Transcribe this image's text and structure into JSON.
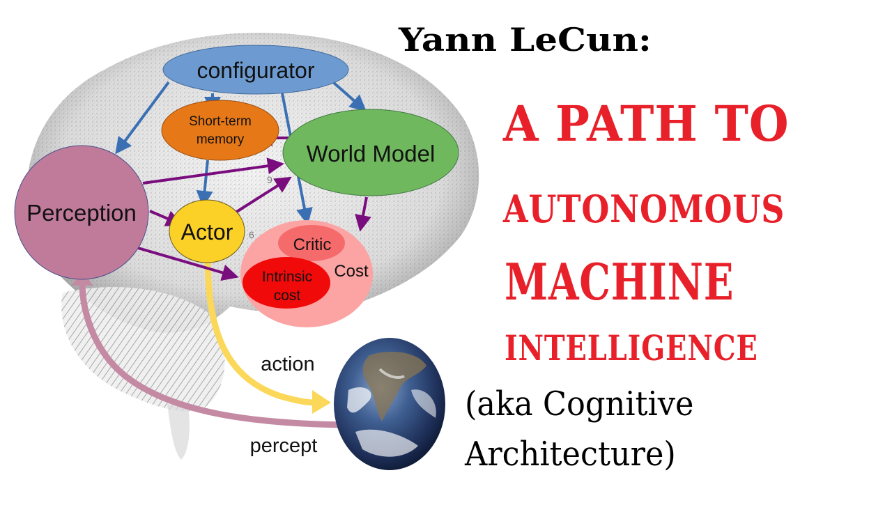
{
  "title": {
    "author": "Yann LeCun:",
    "headline": [
      "A PATH TO",
      "AUTONOMOUS",
      "MACHINE",
      "INTELLIGENCE"
    ],
    "subtitle": [
      "(aka Cognitive",
      "Architecture)"
    ]
  },
  "diagram": {
    "nodes": {
      "configurator": {
        "label": "configurator",
        "color": "#6d9bd1"
      },
      "short_term_memory": {
        "label_lines": [
          "Short-term",
          "memory"
        ],
        "color": "#e67817"
      },
      "world_model": {
        "label": "World Model",
        "color": "#70b85e"
      },
      "perception": {
        "label": "Perception",
        "color": "#c07a9a"
      },
      "actor": {
        "label": "Actor",
        "color": "#fbd027"
      },
      "cost": {
        "label": "Cost",
        "color": "#fca3a3"
      },
      "critic": {
        "label": "Critic",
        "color": "#f56b6b"
      },
      "intrinsic_cost": {
        "label_lines": [
          "Intrinsic",
          "cost"
        ],
        "color": "#f00a0a"
      },
      "world": {
        "label": "earth"
      }
    },
    "edges": {
      "action": "action",
      "percept": "percept"
    },
    "colors": {
      "config_arrow": "#3a70b3",
      "internal_arrow": "#7a0d7e",
      "action_arrow": "#fbd85a",
      "percept_arrow": "#c58aa3",
      "headline": "#e8202a"
    },
    "background_marks": [
      "9",
      "6"
    ]
  }
}
